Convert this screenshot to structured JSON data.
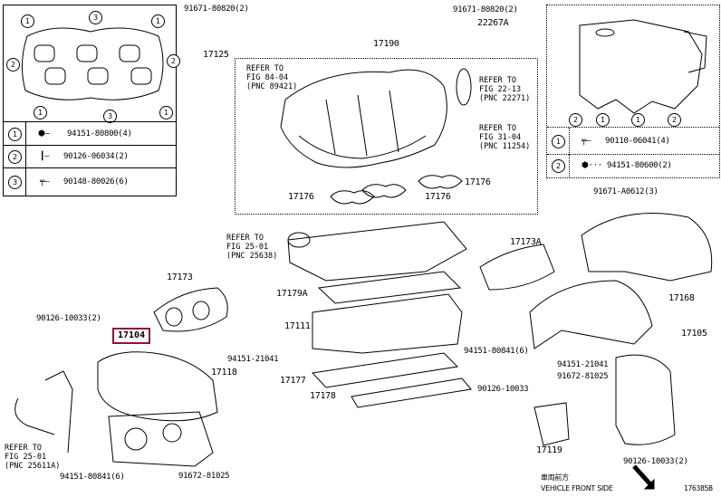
{
  "diagram": {
    "highlighted_part": "17104",
    "highlight_color": "#8a1538",
    "drawing_id": "176385B",
    "orientation_note": {
      "jp": "車両前方",
      "en": "VEHICLE FRONT SIDE"
    }
  },
  "inset_left": {
    "callouts": [
      "1",
      "2",
      "3"
    ],
    "legend": [
      {
        "num": "1",
        "icon": "nut-icon",
        "part": "94151-80800(4)"
      },
      {
        "num": "2",
        "icon": "stud-bolt-icon",
        "part": "90126-06034(2)"
      },
      {
        "num": "3",
        "icon": "flange-bolt-icon",
        "part": "90148-80026(6)"
      }
    ]
  },
  "inset_right": {
    "callouts": [
      "1",
      "2"
    ],
    "legend": [
      {
        "num": "1",
        "icon": "bolt-icon",
        "part": "90110-06041(4)"
      },
      {
        "num": "2",
        "icon": "nut-icon",
        "part": "94151-80600(2)"
      }
    ]
  },
  "parts": {
    "p91671_80820_left": "91671-80820(2)",
    "p17125": "17125",
    "p91671_80820_right": "91671-80820(2)",
    "p22267A": "22267A",
    "p17190": "17190",
    "p17176_a": "17176",
    "p17176_b": "17176",
    "p17176_c": "17176",
    "p91671_A0612": "91671-A0612(3)",
    "p17173A": "17173A",
    "p17168": "17168",
    "p17179A": "17179A",
    "p17111": "17111",
    "p17173": "17173",
    "p90126_10033_left": "90126-10033(2)",
    "p17104": "17104",
    "p94151_21041_left": "94151-21041",
    "p17118": "17118",
    "p17177": "17177",
    "p17178": "17178",
    "p94151_80841_left": "94151-80841(6)",
    "p91672_81025_left": "91672-81025",
    "p17105": "17105",
    "p94151_80841_right": "94151-80841(6)",
    "p94151_21041_right": "94151-21041",
    "p91672_81025_right": "91672-81025",
    "p90126_10033_mid": "90126-10033",
    "p17119": "17119",
    "p90126_10033_right": "90126-10033(2)"
  },
  "references": {
    "ref_89421": "REFER TO\nFIG 84-04\n(PNC 89421)",
    "ref_22271": "REFER TO\nFIG 22-13\n(PNC 22271)",
    "ref_11254": "REFER TO\nFIG 31-04\n(PNC 11254)",
    "ref_25638": "REFER TO\nFIG 25-01\n(PNC 25638)",
    "ref_25611A": "REFER TO\nFIG 25-01\n(PNC 25611A)"
  }
}
